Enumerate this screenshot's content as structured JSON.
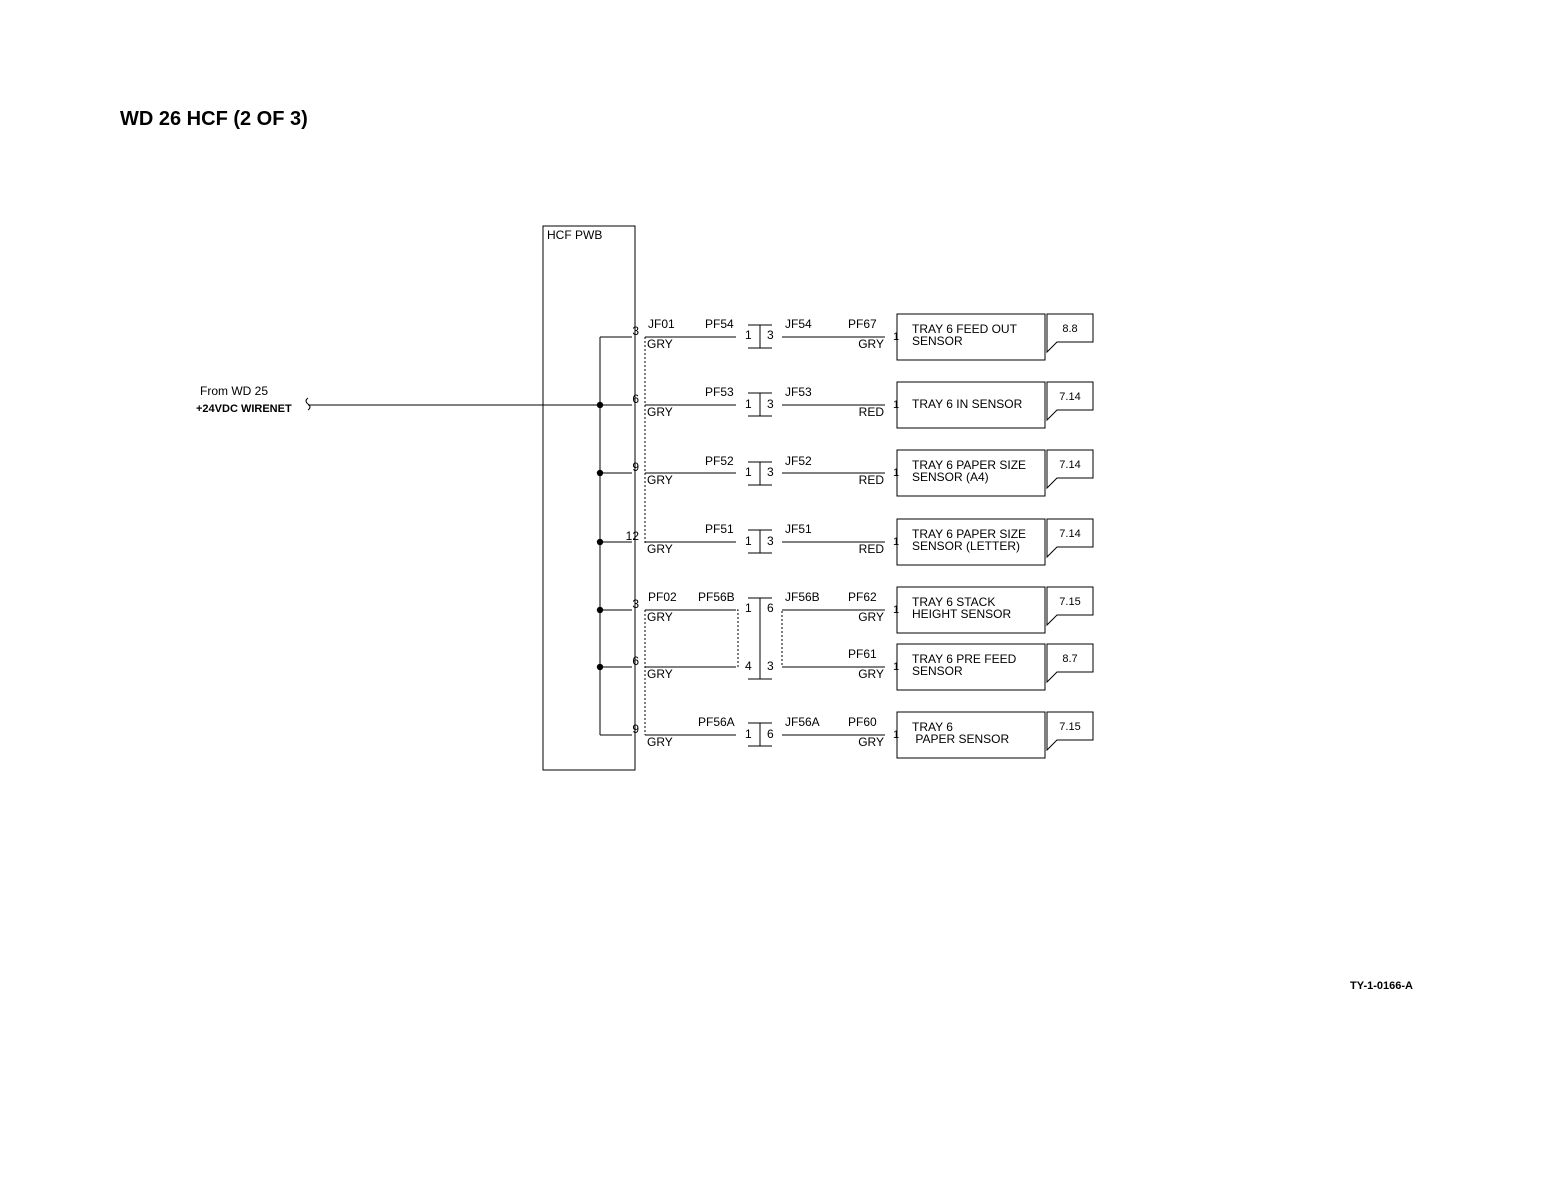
{
  "title": "WD 26 HCF (2 OF 3)",
  "doc_id": "TY-1-0166-A",
  "board": {
    "label": "HCF PWB"
  },
  "source": {
    "from_label": "From WD 25",
    "signal_label": "+24VDC WIRENET"
  },
  "bus_pins": [
    {
      "pin": "3"
    },
    {
      "pin": "6"
    },
    {
      "pin": "9"
    },
    {
      "pin": "12"
    },
    {
      "pin": "3"
    },
    {
      "pin": "6"
    },
    {
      "pin": "9"
    }
  ],
  "wire_colors": {
    "left": [
      "GRY",
      "GRY",
      "GRY",
      "GRY",
      "GRY",
      "GRY",
      "GRY"
    ],
    "right": [
      "GRY",
      "RED",
      "RED",
      "RED",
      "GRY",
      "GRY",
      "GRY"
    ]
  },
  "connectors": {
    "jf01": "JF01",
    "jf02": "PF02",
    "pf54": "PF54",
    "pf53": "PF53",
    "pf52": "PF52",
    "pf51": "PF51",
    "pf56b": "PF56B",
    "pf56a": "PF56A",
    "jf54": "JF54",
    "jf53": "JF53",
    "jf52": "JF52",
    "jf51": "JF51",
    "jf56b": "JF56B",
    "jf56a": "JF56A",
    "pf67": "PF67",
    "pf62": "PF62",
    "pf61": "PF61",
    "pf60": "PF60"
  },
  "connector_pins": {
    "c54": [
      "1",
      "3"
    ],
    "c53": [
      "1",
      "3"
    ],
    "c52": [
      "1",
      "3"
    ],
    "c51": [
      "1",
      "3"
    ],
    "c56b_top": [
      "1",
      "6"
    ],
    "c56b_bottom": [
      "4",
      "3"
    ],
    "c56a": [
      "1",
      "6"
    ]
  },
  "sensor_pin": "1",
  "sensors": [
    {
      "line1": "TRAY 6 FEED OUT",
      "line2": "SENSOR",
      "ref": "8.8"
    },
    {
      "line1": "TRAY 6 IN SENSOR",
      "line2": "",
      "ref": "7.14"
    },
    {
      "line1": "TRAY 6 PAPER SIZE",
      "line2": "SENSOR (A4)",
      "ref": "7.14"
    },
    {
      "line1": "TRAY 6 PAPER SIZE",
      "line2": "SENSOR (LETTER)",
      "ref": "7.14"
    },
    {
      "line1": "TRAY 6 STACK",
      "line2": "HEIGHT SENSOR",
      "ref": "7.15"
    },
    {
      "line1": "TRAY 6 PRE FEED",
      "line2": "SENSOR",
      "ref": "8.7"
    },
    {
      "line1": "TRAY 6",
      "line2": " PAPER SENSOR",
      "ref": "7.15"
    }
  ]
}
